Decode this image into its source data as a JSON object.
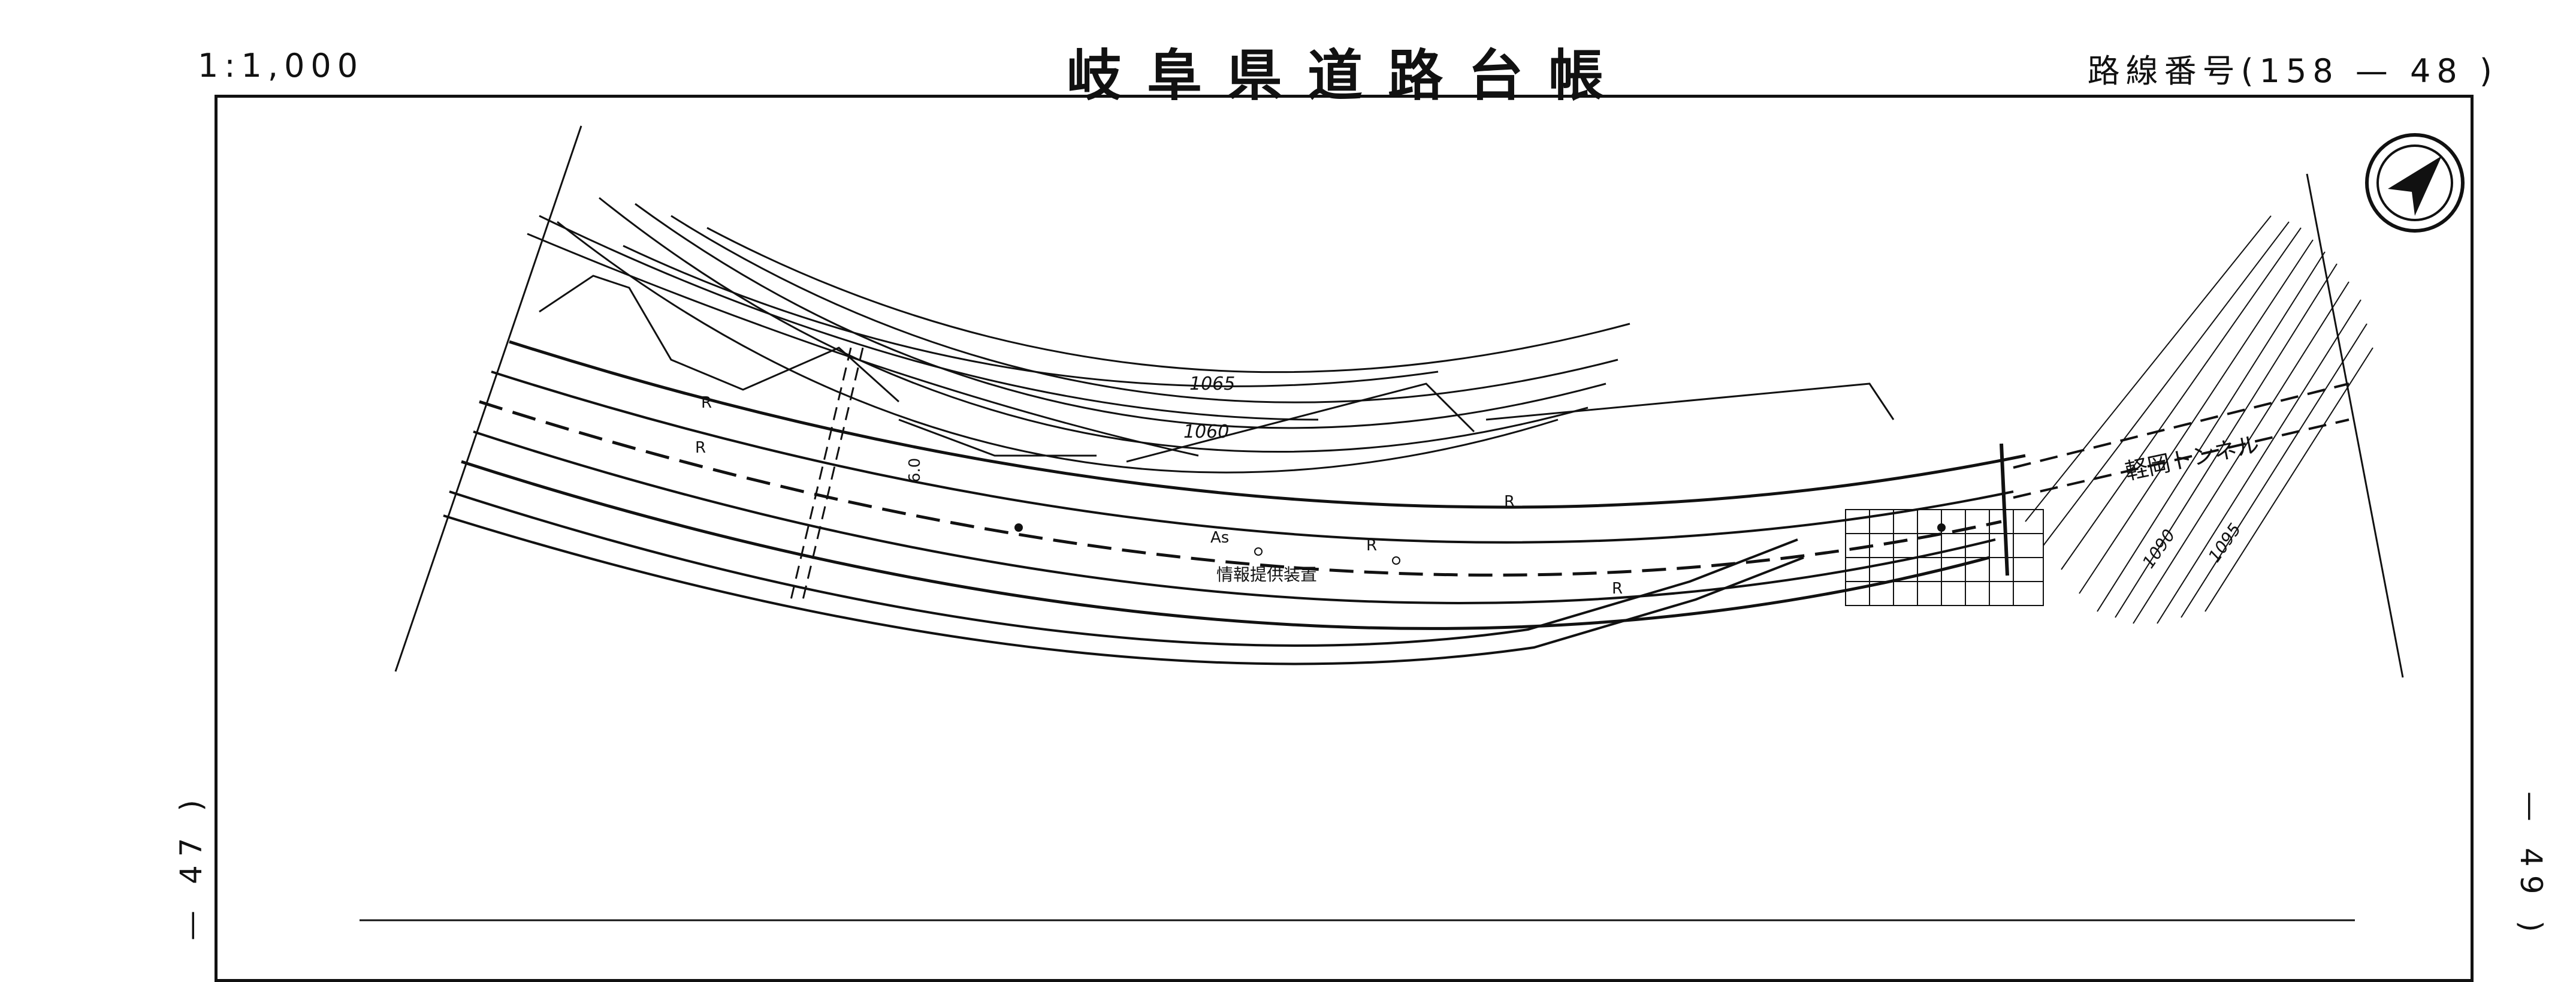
{
  "header": {
    "scale": "1:1,000",
    "title": "岐阜県道路台帳",
    "route_label": "路線番号(158 — 48 )"
  },
  "side_labels": {
    "left": "— 47 )",
    "right": "— 49 )"
  },
  "map": {
    "contours": [
      "1065",
      "1060",
      "1090",
      "1095"
    ],
    "tunnel_name": "軽岡トンネル",
    "facility_name": "情報提供装置",
    "road_labels": [
      "R",
      "R",
      "R",
      "R",
      "R",
      "As"
    ],
    "gradient_label": "6.0"
  },
  "icons": {
    "north_arrow": "north-arrow-icon"
  },
  "colors": {
    "line": "#111111",
    "background": "#ffffff"
  }
}
